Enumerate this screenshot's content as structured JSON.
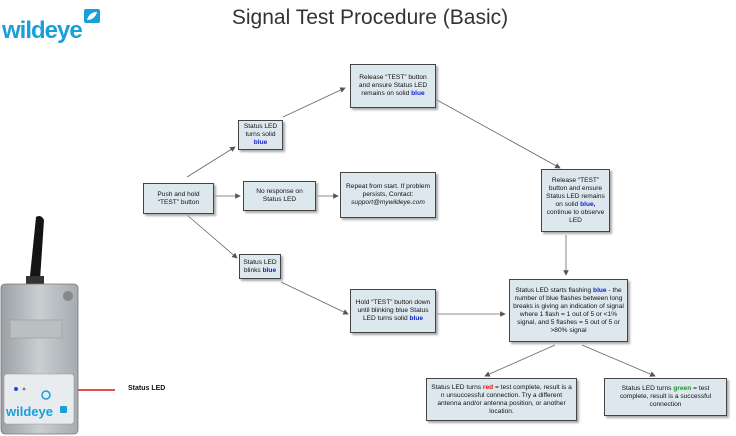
{
  "title": "Signal Test Procedure (Basic)",
  "logo_text": "wildeye",
  "device_label": "Status LED",
  "device_logo_text": "wildeye",
  "colors": {
    "box_fill": "#dde8ee",
    "blue": "#1020d0",
    "red": "#e01010",
    "green": "#10a020",
    "logo": "#1a9fd8"
  },
  "nodes": {
    "push": {
      "text": "Push and hold “TEST” button"
    },
    "solid": {
      "text": "Status LED turns solid ",
      "hl": "blue"
    },
    "noresp": {
      "text": "No response on Status LED"
    },
    "repeat": {
      "text": "Repeat from start. If problem persists, Contact:",
      "email": "support@mywildeye.com"
    },
    "blinks": {
      "text": "Status LED blinks ",
      "hl": "blue"
    },
    "release1": {
      "text": "Release “TEST” button and ensure Status LED remains on solid ",
      "hl": "blue"
    },
    "release2": {
      "text": "Release “TEST” button and ensure Status LED remains on solid ",
      "hl": "blue,",
      "after": " continue to observe LED"
    },
    "hold": {
      "text": "Hold “TEST” button down until blinking blue Status LED turns solid ",
      "hl": "blue"
    },
    "flashing": {
      "before": "Status LED starts flashing ",
      "hl": "blue",
      "after": " - the number of blue flashes between long breaks is giving an indication of signal where 1 flash = 1 out of 5 or <1% signal, and 5 flashes = 5 out of 5 or >80% signal"
    },
    "red": {
      "before": "Status LED turns ",
      "hl": "red",
      "after": " = test complete, result is a n unsuccessful connection. Try a different antenna and/or antenna position, or another location."
    },
    "green": {
      "before": "Status LED turns ",
      "hl": "green",
      "after": " = test complete, result is a successful connection"
    }
  }
}
